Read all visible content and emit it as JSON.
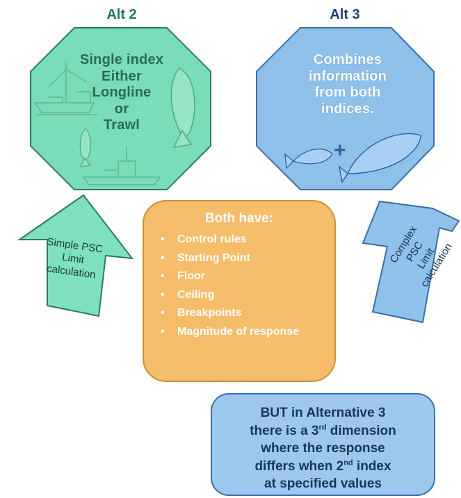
{
  "alt2": {
    "title": "Alt 2",
    "lines": [
      "Single index",
      "Either",
      "Longline",
      "or",
      "Trawl"
    ],
    "fill": "#78ddb8",
    "stroke": "#2d7a60"
  },
  "alt3": {
    "title": "Alt 3",
    "lines": [
      "Combines",
      "information",
      "from both",
      "indices."
    ],
    "fill": "#8ec0ea",
    "stroke": "#3a6ea8",
    "plus": "+"
  },
  "left_arrow": {
    "lines": [
      "Simple PSC",
      "Limit",
      "calculation"
    ],
    "fill": "#7ee0bd"
  },
  "right_arrow": {
    "lines": [
      "Complex",
      "PSC",
      "Limit",
      "calculation"
    ],
    "fill": "#8fc1eb"
  },
  "both": {
    "title": "Both have:",
    "bullet": "•",
    "items": [
      "Control rules",
      "Starting Point",
      "Floor",
      "Ceiling",
      "Breakpoints",
      "Magnitude of response"
    ],
    "fill": "#f5bd6a"
  },
  "but_box": {
    "line1": "BUT in Alternative 3",
    "line2_pre": "there is a 3",
    "line2_sup": "rd",
    "line2_post": " dimension",
    "line3": "where the response",
    "line4_pre": "differs when 2",
    "line4_sup": "nd",
    "line4_post": " index",
    "line5": "at specified values"
  },
  "icons": [
    "fishing-boat-icon",
    "halibut-icon",
    "trawler-icon",
    "small-halibut-icon"
  ]
}
